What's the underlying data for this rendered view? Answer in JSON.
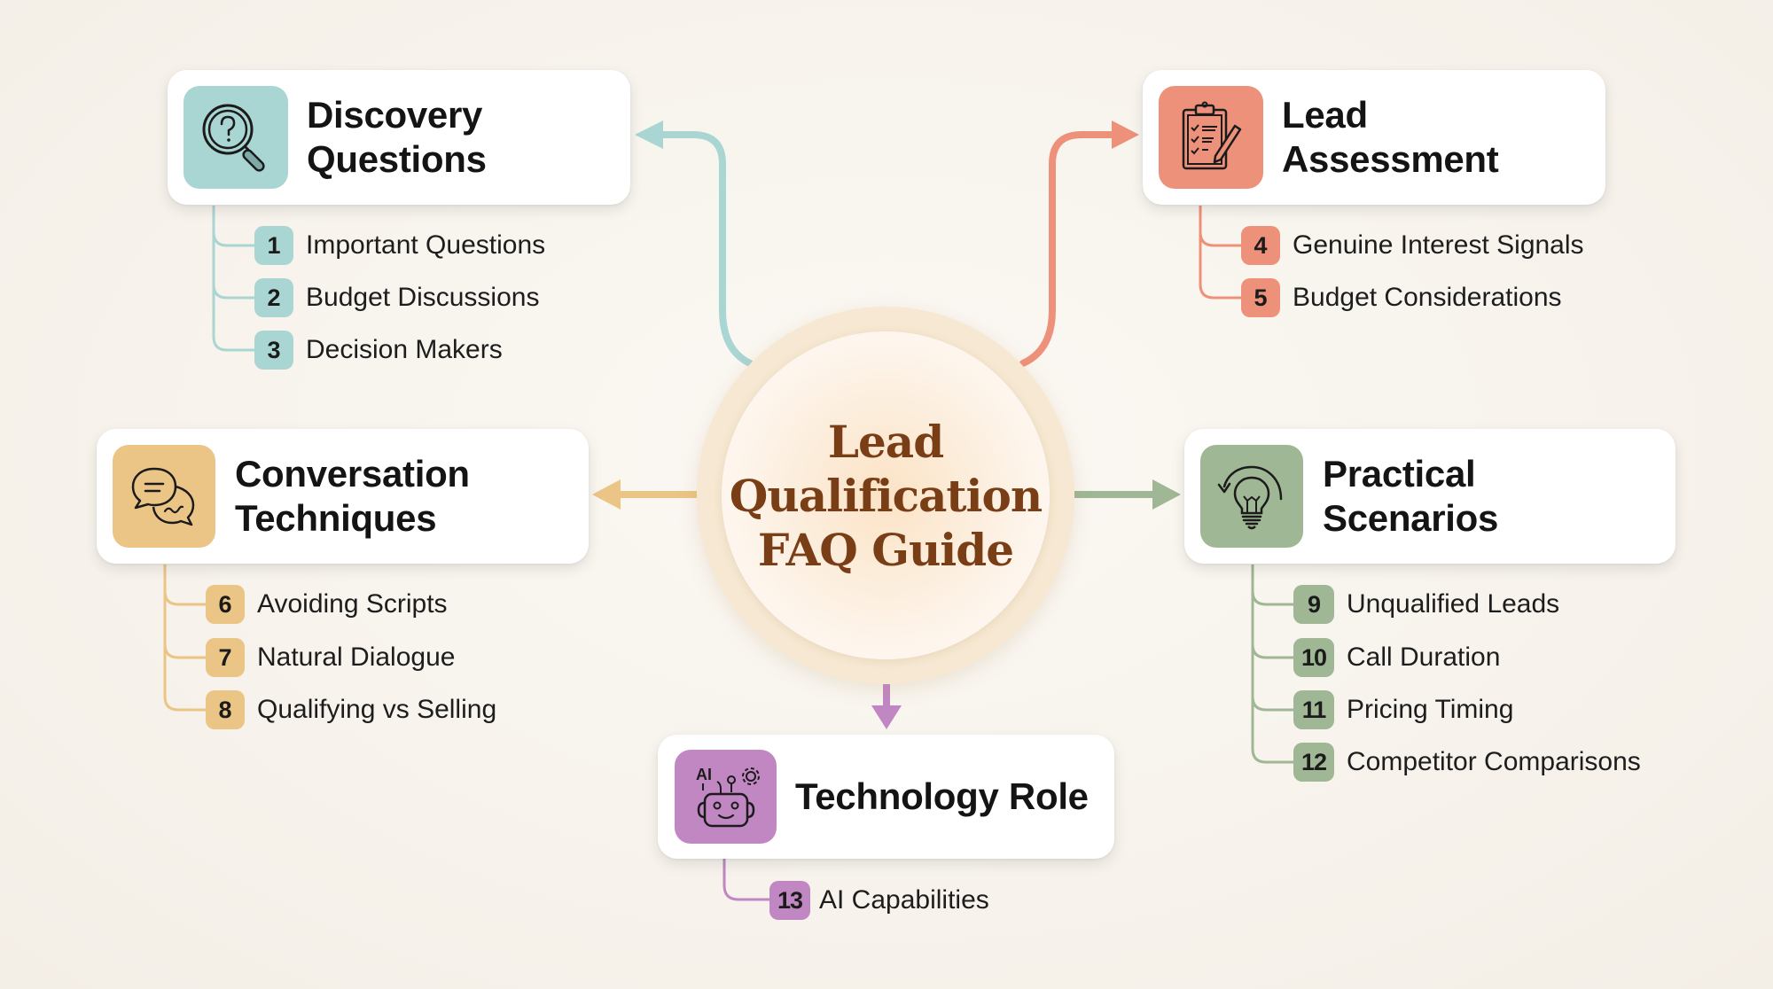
{
  "hub": {
    "title_lines": [
      "Lead",
      "Qualification",
      "FAQ Guide"
    ],
    "color": "#7a3e17"
  },
  "colors": {
    "discovery": "#a9d5d3",
    "assessment": "#ee917a",
    "conversation": "#ebc585",
    "scenarios": "#9fb794",
    "technology": "#c187c3"
  },
  "sections": {
    "discovery": {
      "title_lines": [
        "Discovery",
        "Questions"
      ],
      "icon": "magnifier-question-icon",
      "items": [
        {
          "num": "1",
          "label": "Important Questions"
        },
        {
          "num": "2",
          "label": "Budget Discussions"
        },
        {
          "num": "3",
          "label": "Decision Makers"
        }
      ]
    },
    "assessment": {
      "title_lines": [
        "Lead",
        "Assessment"
      ],
      "icon": "clipboard-checklist-icon",
      "items": [
        {
          "num": "4",
          "label": "Genuine Interest Signals"
        },
        {
          "num": "5",
          "label": "Budget Considerations"
        }
      ]
    },
    "conversation": {
      "title_lines": [
        "Conversation",
        "Techniques"
      ],
      "icon": "chat-bubbles-icon",
      "items": [
        {
          "num": "6",
          "label": "Avoiding Scripts"
        },
        {
          "num": "7",
          "label": "Natural Dialogue"
        },
        {
          "num": "8",
          "label": "Qualifying vs Selling"
        }
      ]
    },
    "scenarios": {
      "title_lines": [
        "Practical",
        "Scenarios"
      ],
      "icon": "lightbulb-cycle-icon",
      "items": [
        {
          "num": "9",
          "label": "Unqualified Leads"
        },
        {
          "num": "10",
          "label": "Call Duration"
        },
        {
          "num": "11",
          "label": "Pricing Timing"
        },
        {
          "num": "12",
          "label": "Competitor Comparisons"
        }
      ]
    },
    "technology": {
      "title": "Technology Role",
      "icon": "ai-robot-icon",
      "icon_text": "AI",
      "items": [
        {
          "num": "13",
          "label": "AI Capabilities"
        }
      ]
    }
  }
}
